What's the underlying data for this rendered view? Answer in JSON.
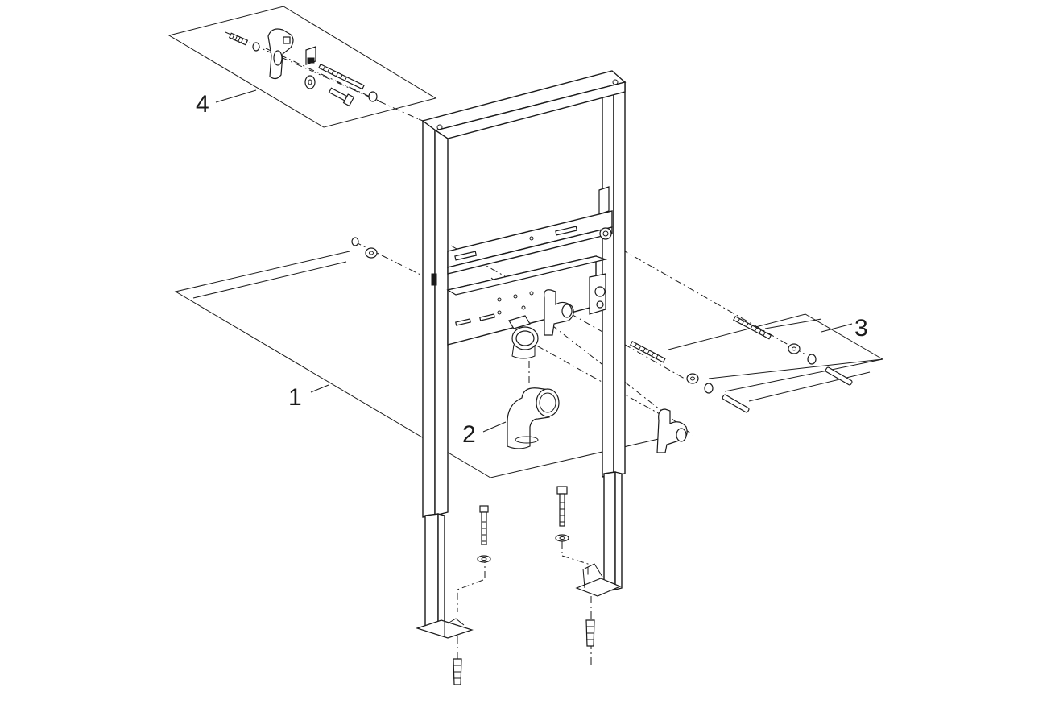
{
  "diagram": {
    "callouts": [
      {
        "id": "frame",
        "label": "1"
      },
      {
        "id": "drain-elbow",
        "label": "2"
      },
      {
        "id": "fixing-bolts-set",
        "label": "3"
      },
      {
        "id": "wall-bracket-kit",
        "label": "4"
      }
    ],
    "colors": {
      "line": "#1a1a1a",
      "background": "#ffffff"
    }
  }
}
